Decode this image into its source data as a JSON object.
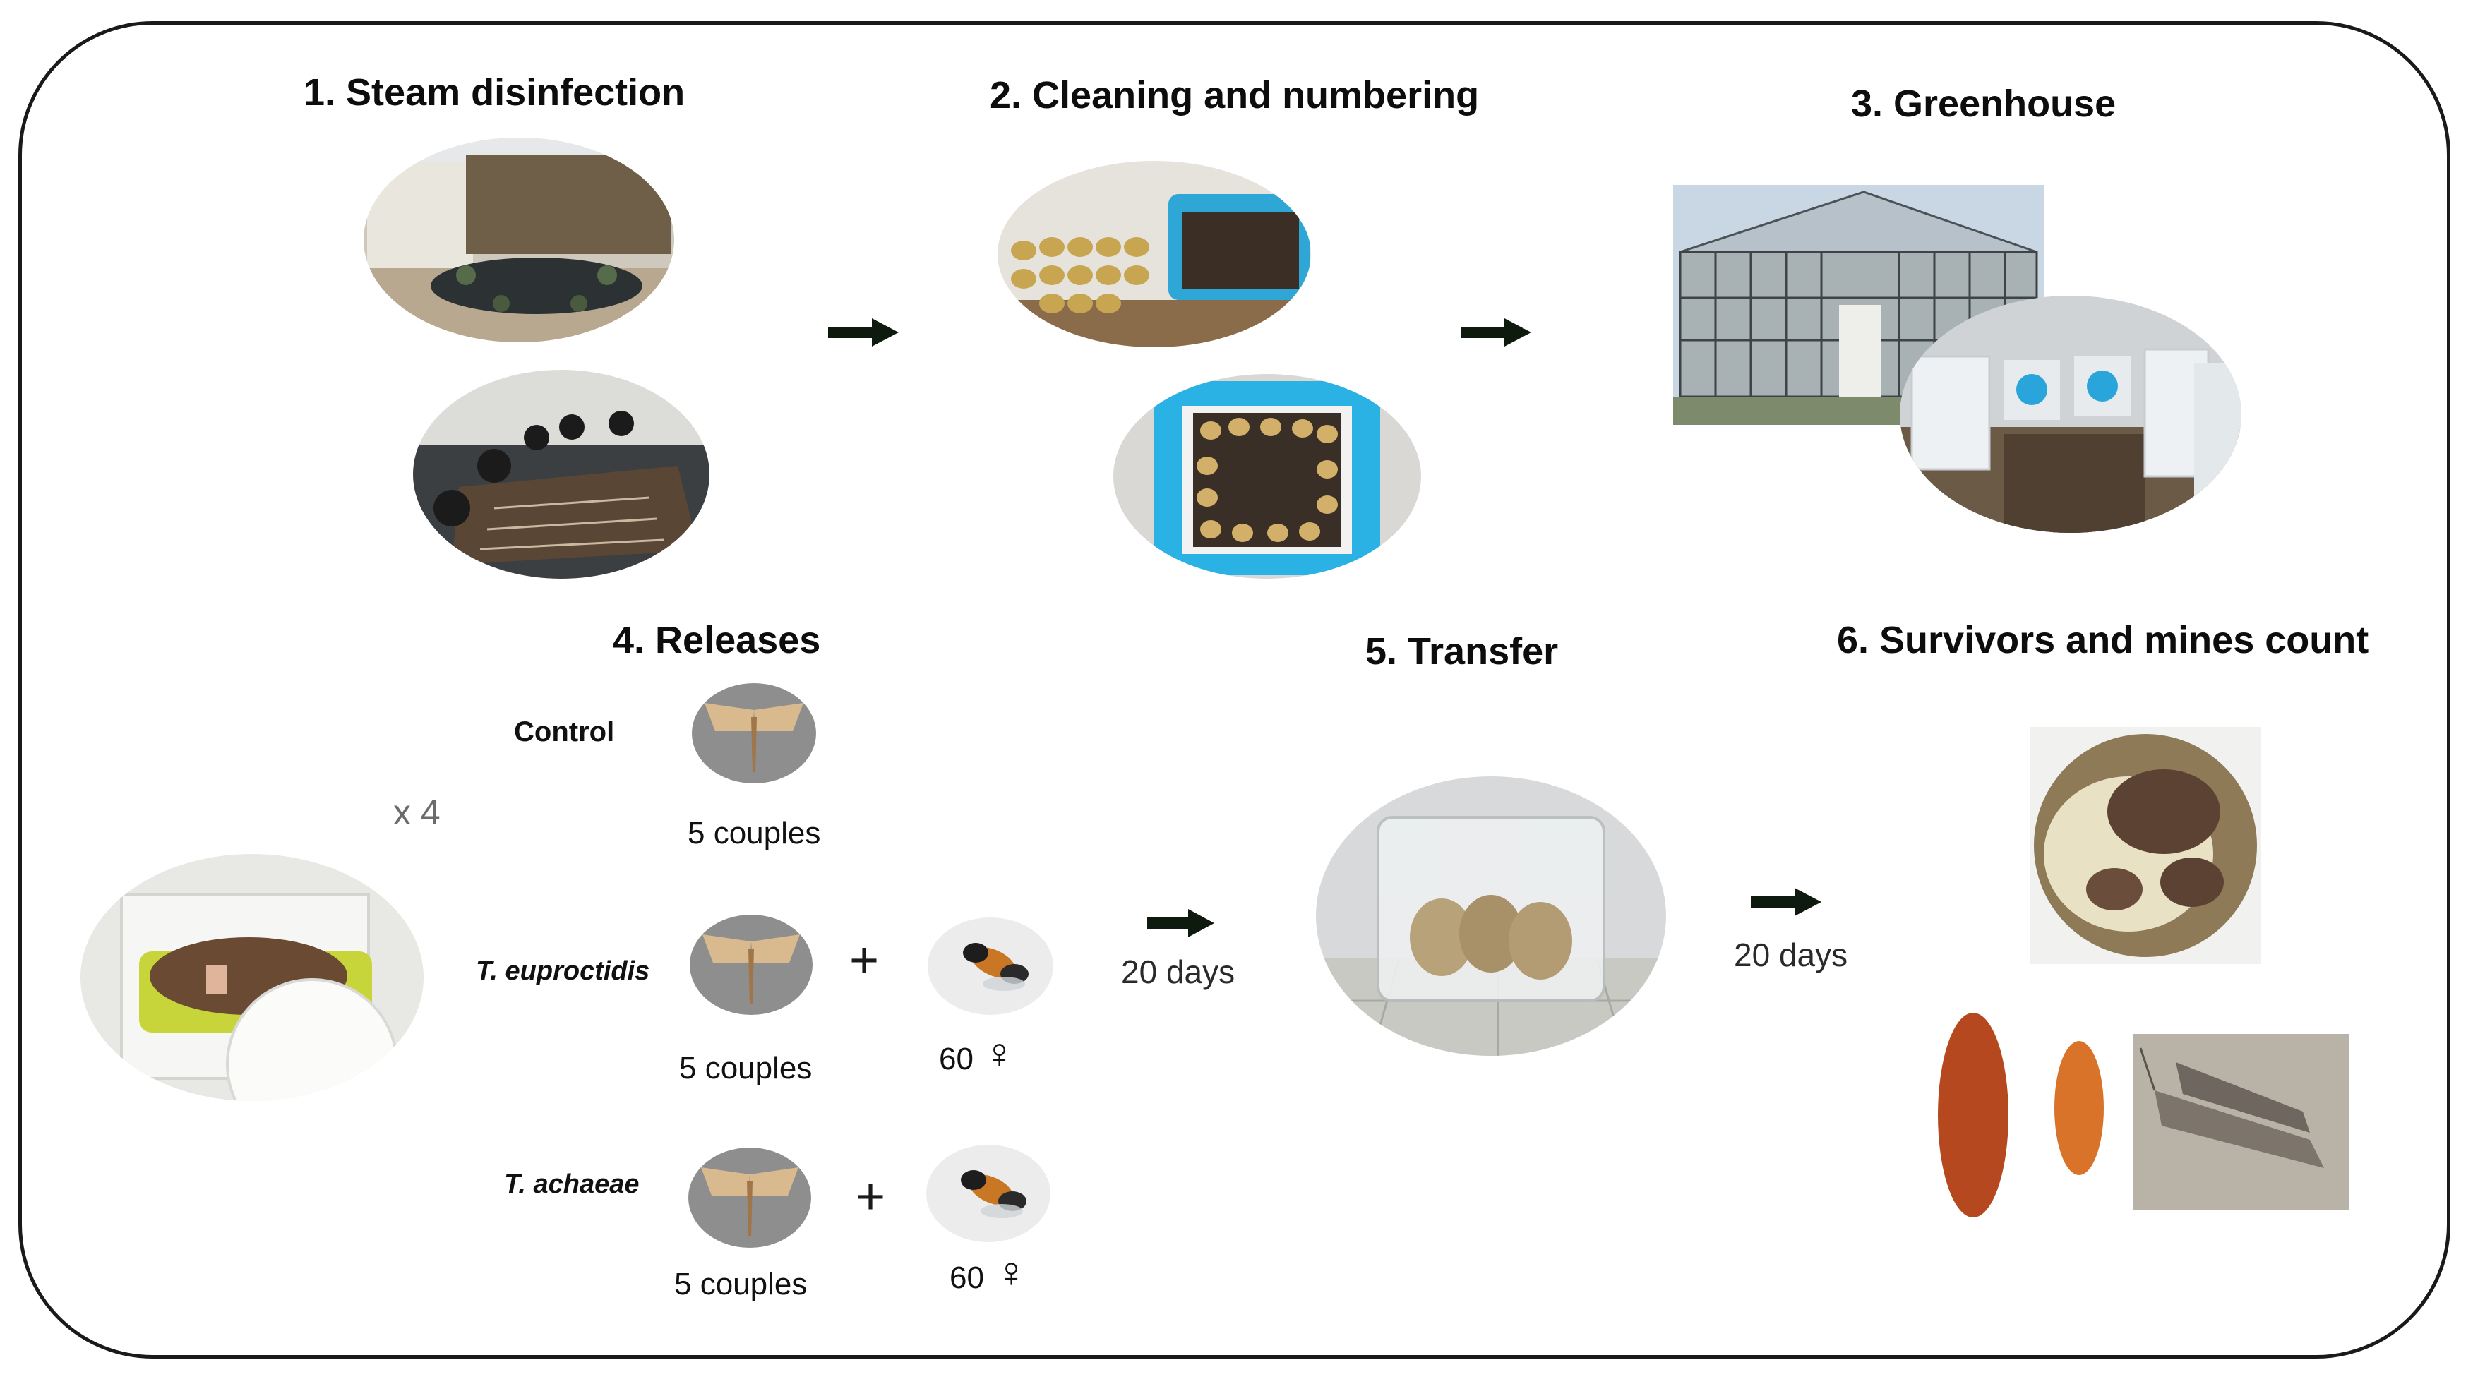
{
  "steps": {
    "s1": "1. Steam disinfection",
    "s2": "2. Cleaning and numbering",
    "s3": "3. Greenhouse",
    "s4": "4. Releases",
    "s5": "5. Transfer",
    "s6": "6. Survivors and mines count"
  },
  "releases": {
    "control": "Control",
    "t_euproctidis": "T. euproctidis",
    "t_achaeae": "T. achaeae",
    "couples": "5 couples",
    "females": "60",
    "female_symbol": "♀",
    "plus": "+",
    "replicates": "x 4"
  },
  "durations": {
    "d1": "20 days",
    "d2": "20 days"
  },
  "icons": [
    "arrow-right-icon",
    "moth-icon",
    "parasitoid-wasp-icon",
    "female-symbol-icon"
  ]
}
